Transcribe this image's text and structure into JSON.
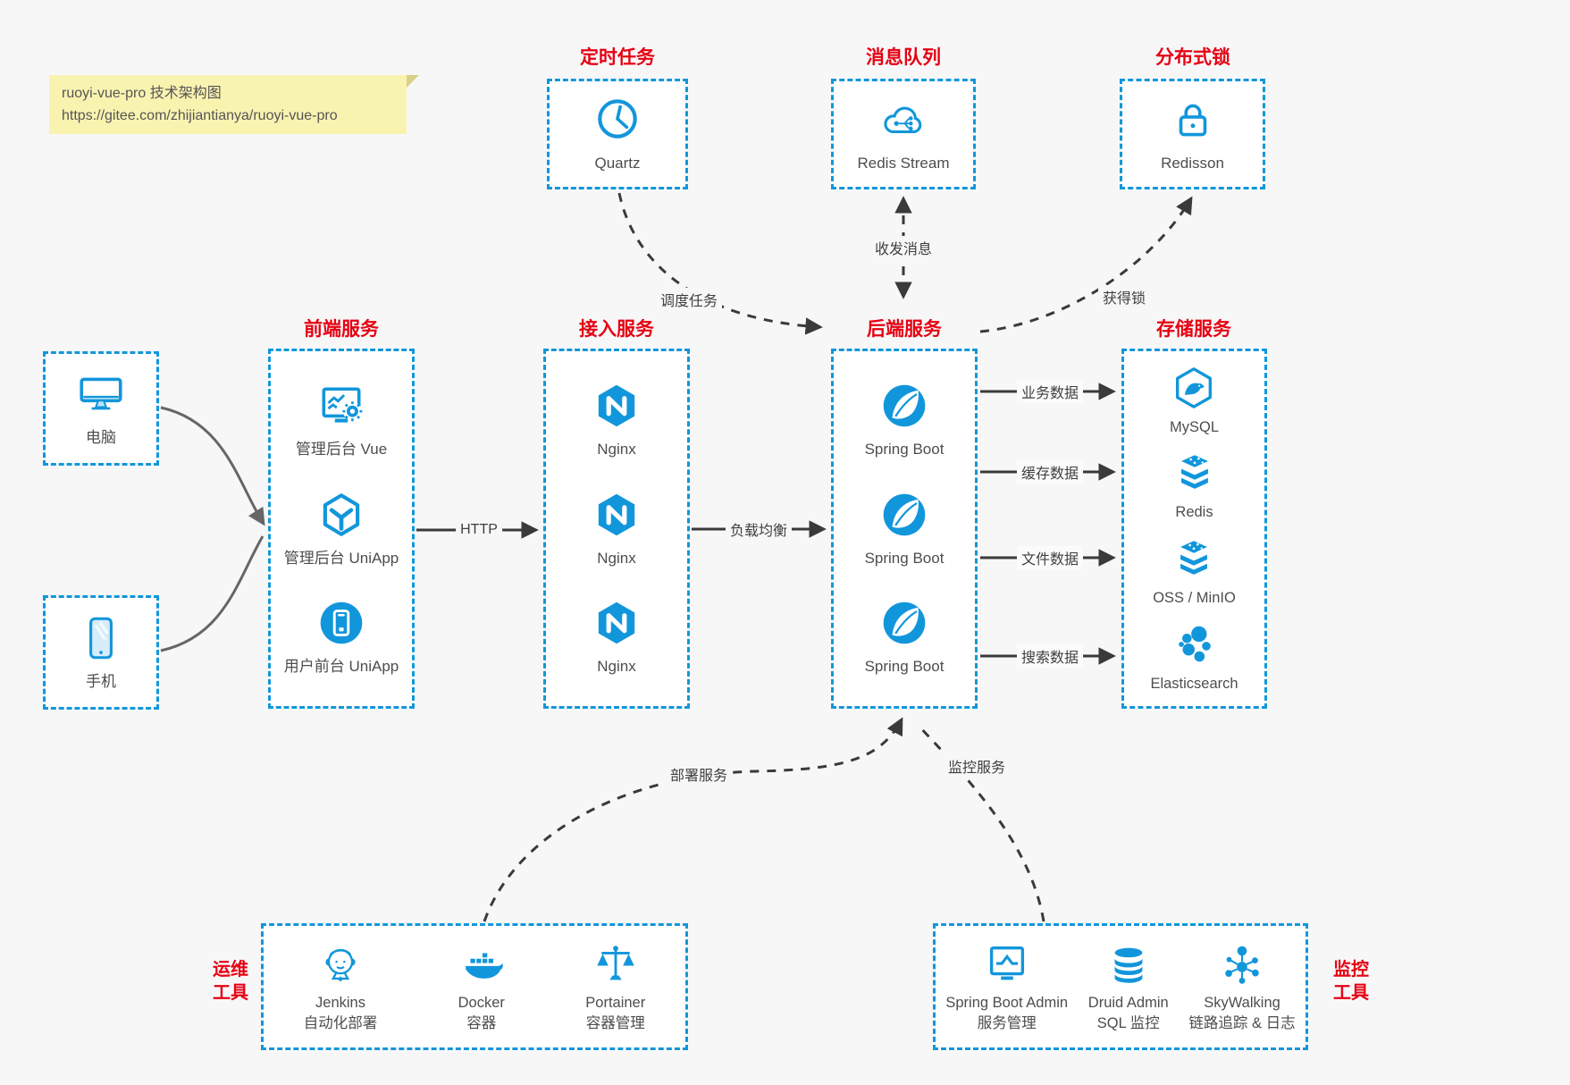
{
  "colors": {
    "accent": "#1296db",
    "title_red": "#e60012",
    "note_bg": "#f9f3b0",
    "arrow": "#3a3a3a",
    "arrow_gray": "#666666",
    "text": "#4d4d4d",
    "canvas_bg": "#f7f7f8"
  },
  "note": {
    "title": "ruoyi-vue-pro 技术架构图",
    "url": "https://gitee.com/zhijiantianya/ruoyi-vue-pro"
  },
  "top_services": [
    {
      "title": "定时任务",
      "label": "Quartz"
    },
    {
      "title": "消息队列",
      "label": "Redis Stream"
    },
    {
      "title": "分布式锁",
      "label": "Redisson"
    }
  ],
  "clients": [
    {
      "label": "电脑"
    },
    {
      "label": "手机"
    }
  ],
  "columns": {
    "frontend": {
      "title": "前端服务",
      "items": [
        {
          "label": "管理后台 Vue"
        },
        {
          "label": "管理后台 UniApp"
        },
        {
          "label": "用户前台 UniApp"
        }
      ]
    },
    "gateway": {
      "title": "接入服务",
      "items": [
        {
          "label": "Nginx"
        },
        {
          "label": "Nginx"
        },
        {
          "label": "Nginx"
        }
      ]
    },
    "backend": {
      "title": "后端服务",
      "items": [
        {
          "label": "Spring Boot"
        },
        {
          "label": "Spring Boot"
        },
        {
          "label": "Spring Boot"
        }
      ]
    },
    "storage": {
      "title": "存储服务",
      "items": [
        {
          "label": "MySQL"
        },
        {
          "label": "Redis"
        },
        {
          "label": "OSS / MinIO"
        },
        {
          "label": "Elasticsearch"
        }
      ]
    }
  },
  "edges": {
    "http": "HTTP",
    "load_balance": "负载均衡",
    "schedule": "调度任务",
    "messaging": "收发消息",
    "lock": "获得锁",
    "business": "业务数据",
    "cache": "缓存数据",
    "file": "文件数据",
    "search": "搜索数据",
    "deploy": "部署服务",
    "monitor": "监控服务"
  },
  "ops_tools": {
    "side_line1": "运维",
    "side_line2": "工具",
    "items": [
      {
        "name": "Jenkins",
        "desc": "自动化部署"
      },
      {
        "name": "Docker",
        "desc": "容器"
      },
      {
        "name": "Portainer",
        "desc": "容器管理"
      }
    ]
  },
  "monitor_tools": {
    "side_line1": "监控",
    "side_line2": "工具",
    "items": [
      {
        "name": "Spring Boot Admin",
        "desc": "服务管理"
      },
      {
        "name": "Druid Admin",
        "desc": "SQL 监控"
      },
      {
        "name": "SkyWalking",
        "desc": "链路追踪 & 日志"
      }
    ]
  }
}
